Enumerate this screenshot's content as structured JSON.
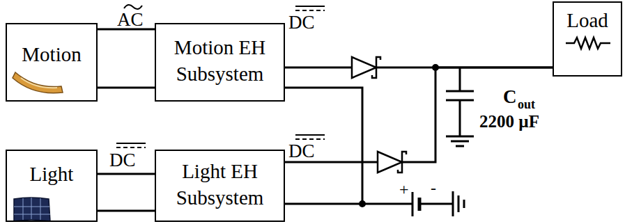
{
  "diagram": {
    "nodes": [
      {
        "text": [
          "Motion"
        ]
      },
      {
        "text": [
          "Motion EH Subsystem"
        ]
      },
      {
        "text": [
          "Load"
        ]
      },
      {
        "text": [
          "Light"
        ]
      },
      {
        "text": [
          "Light EH Subsystem"
        ]
      }
    ],
    "edges": [
      {
        "from": 0,
        "to": 1,
        "arrow": "none",
        "label": "AC"
      },
      {
        "from": 3,
        "to": 4,
        "arrow": "none",
        "label": "DC"
      },
      {
        "from": 1,
        "to": 2,
        "arrow": "none",
        "label": "DC"
      },
      {
        "from": 4,
        "to": 2,
        "arrow": "none",
        "label": "DC"
      }
    ],
    "labels": [
      "C",
      "out",
      "2200 µF",
      "+",
      "-"
    ]
  }
}
